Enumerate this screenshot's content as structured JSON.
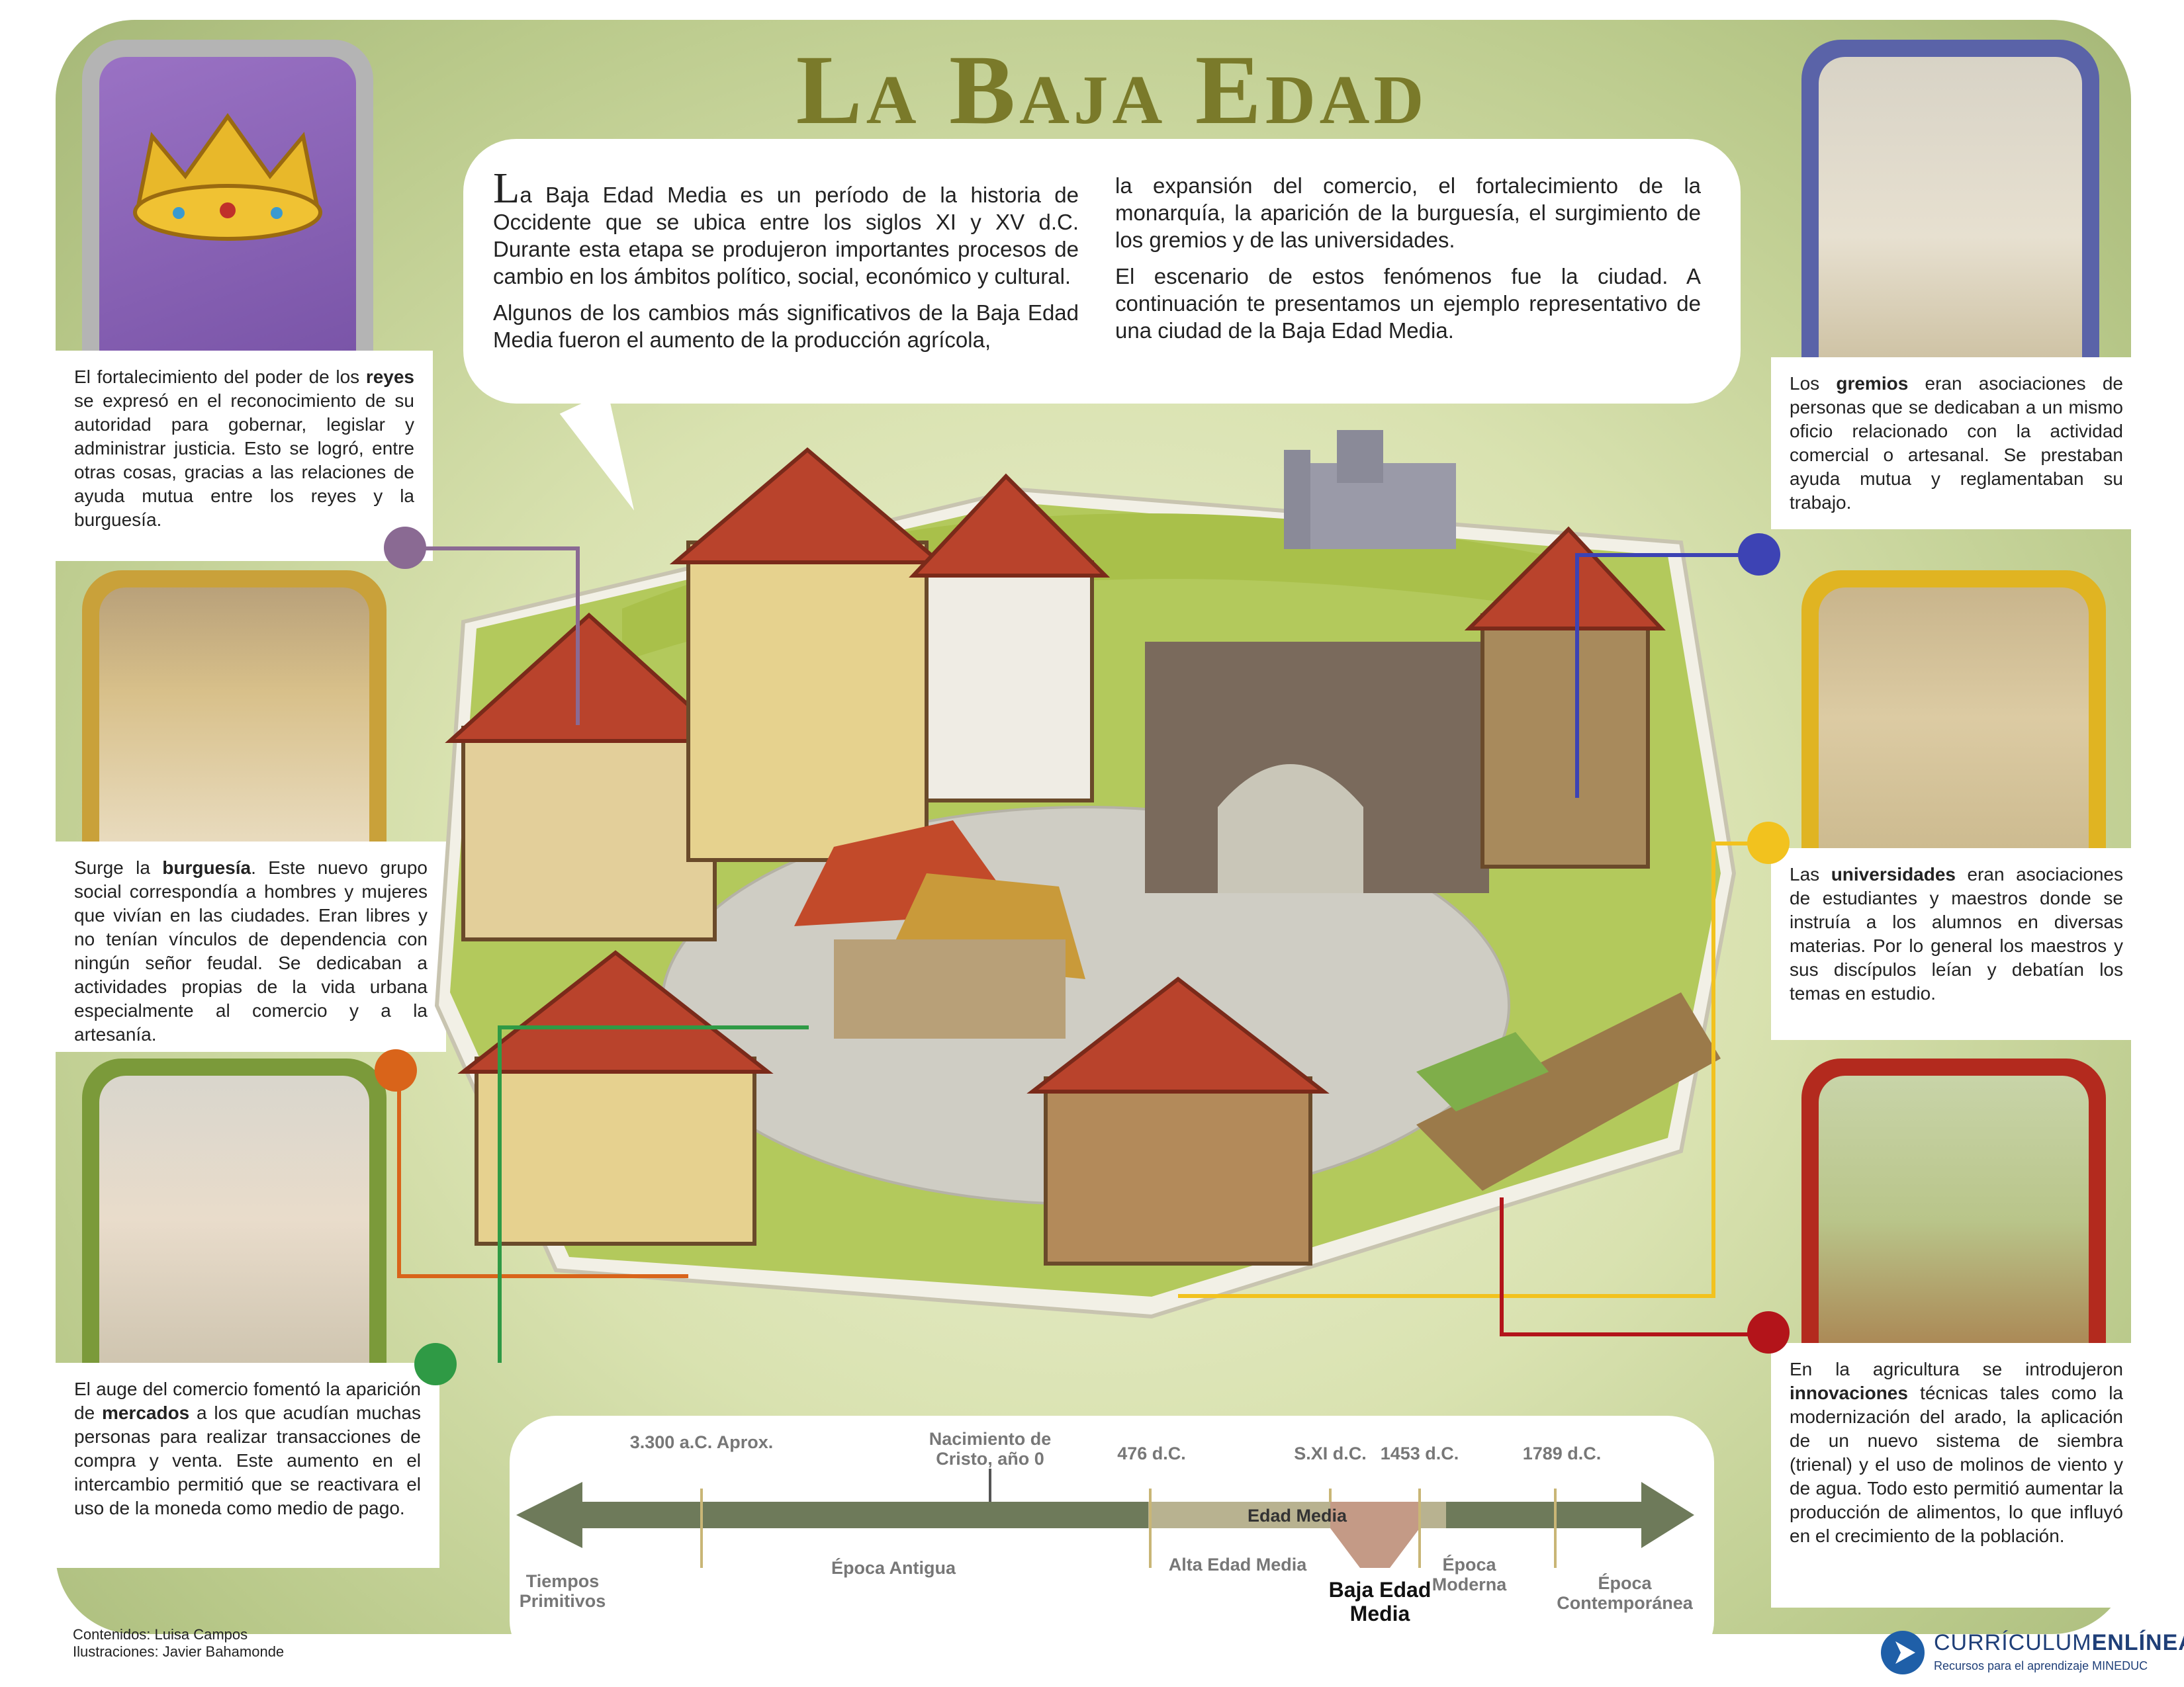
{
  "title": "La Baja Edad Media",
  "intro": {
    "dropcap": "L",
    "p1": "a Baja Edad Media es un período de la historia de Occidente que se ubica entre los siglos XI y XV d.C. Durante esta etapa se produjeron importantes procesos de cambio en los ámbitos político, social, económico y cultural.",
    "p2": "Algunos de los cambios más significativos de la Baja Edad Media fueron el aumento de la producción agrícola,",
    "p3": "la expansión del comercio, el fortalecimiento de la monarquía, la aparición de la burguesía, el surgimiento de los gremios y de las universidades.",
    "p4": "El escenario de estos fenómenos fue la ciudad. A continuación te presentamos un ejemplo representativo de una ciudad de la Baja Edad Media."
  },
  "boxes": {
    "reyes": {
      "pre": "El fortalecimiento del poder de los ",
      "bold": "reyes",
      "post": " se expresó en el reconocimiento de su autoridad para gobernar, legislar y administrar justicia. Esto se logró, entre otras cosas, gracias a las relaciones de ayuda mutua entre los reyes y la burguesía."
    },
    "burguesia": {
      "pre": "Surge la ",
      "bold": "burguesía",
      "post": ". Este nuevo grupo social correspondía a hombres y mujeres que vivían en las ciudades. Eran libres y no tenían vínculos de dependencia con ningún señor feudal. Se dedicaban a actividades propias de la vida urbana especialmente al comercio y a la artesanía."
    },
    "mercados": {
      "pre": "El auge del comercio fomentó la aparición de ",
      "bold": "mercados",
      "post": " a los que acudían muchas personas para realizar transacciones de compra y venta. Este aumento en el intercambio permitió que se reactivara el uso de la moneda como medio de pago."
    },
    "gremios": {
      "pre": "Los ",
      "bold": "gremios",
      "post": " eran asociaciones de personas que se dedicaban a un mismo oficio relacionado con la actividad comercial o artesanal. Se prestaban ayuda mutua y reglamentaban su trabajo."
    },
    "universidades": {
      "pre": "Las ",
      "bold": "universidades",
      "post": " eran asociaciones de estudiantes y maestros donde se instruía a los alumnos en diversas materias. Por lo general los maestros y sus discípulos leían y debatían los temas en estudio."
    },
    "innovaciones": {
      "pre": "En la agricultura se introdujeron ",
      "bold": "innovaciones",
      "post": " técnicas tales como la modernización del arado, la aplicación de un nuevo sistema de siembra (trienal) y el uso de molinos de viento y de agua. Todo esto permitió aumentar la producción de alimentos, lo que influyó en el crecimiento de la población."
    }
  },
  "colors": {
    "reyes": "#8a6a93",
    "burguesia": "#d9641a",
    "mercados": "#2f9a45",
    "gremios": "#3d43b4",
    "universidades": "#f2c21e",
    "innovaciones": "#b3141a",
    "title": "#7a7a2a"
  },
  "timeline": {
    "dates": [
      "3.300 a.C. Aprox.",
      "Nacimiento de Cristo, año 0",
      "476 d.C.",
      "S.XI d.C.",
      "1453 d.C.",
      "1789 d.C."
    ],
    "periods": [
      "Tiempos Primitivos",
      "Época Antigua",
      "Alta Edad Media",
      "Época Moderna",
      "Época Contemporánea"
    ],
    "edad_media": "Edad Media",
    "baja": "Baja Edad Media"
  },
  "footer": {
    "contenidos": "Contenidos: Luisa Campos",
    "ilustraciones": "Ilustraciones: Javier Bahamonde"
  },
  "logo": {
    "name_a": "CURRÍCULUM",
    "name_b": "ENLÍNEA",
    "tagline": "Recursos para el aprendizaje MINEDUC"
  }
}
